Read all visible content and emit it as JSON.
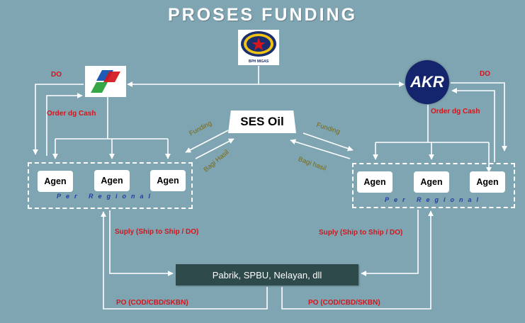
{
  "title": "PROSES FUNDING",
  "logos": {
    "bph_label": "BPH MIGAS",
    "akr_text": "AKR"
  },
  "labels": {
    "do": "DO",
    "order_cash": "Order dg Cash",
    "funding": "Funding",
    "bagi_hasil_left": "Bagi Hasil",
    "bagi_hasil_right": "Bagi hasil",
    "suply": "Suply (Ship to Ship / DO)",
    "po": "PO (COD/CBD/SKBN)"
  },
  "ses_oil": "SES Oil",
  "agen": "Agen",
  "per_regional": "Per Regional",
  "pabrik": "Pabrik, SPBU, Nelayan, dll",
  "colors": {
    "background": "#7fa5b2",
    "red_label": "#d4151c",
    "olive_label": "#7a6a14",
    "regional_blue": "#1f3ea0",
    "akr_navy": "#14256d",
    "pabrik_box": "#2e4a4a"
  }
}
